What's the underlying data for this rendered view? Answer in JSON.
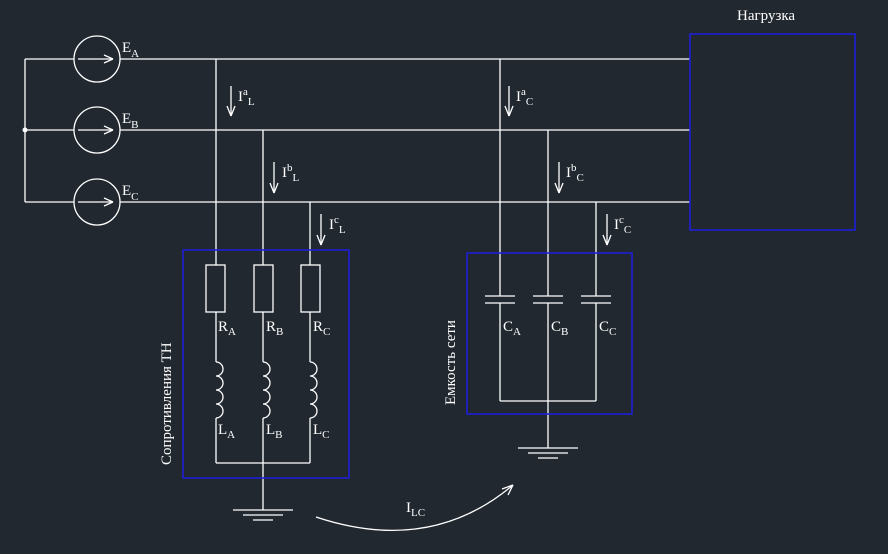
{
  "colors": {
    "background": "#212830",
    "lines": "#ffffff",
    "frames": "#1f1fd6"
  },
  "labels": {
    "load": "Нагрузка",
    "grounding_resistance": "Сопротивления ТН",
    "network_capacitance": "Емкость сети"
  },
  "sources": [
    {
      "main": "E",
      "sub": "A"
    },
    {
      "main": "E",
      "sub": "B"
    },
    {
      "main": "E",
      "sub": "C"
    }
  ],
  "inductive_currents": [
    {
      "main": "I",
      "sup": "a",
      "sub": "L"
    },
    {
      "main": "I",
      "sup": "b",
      "sub": "L"
    },
    {
      "main": "I",
      "sup": "c",
      "sub": "L"
    }
  ],
  "capacitive_currents": [
    {
      "main": "I",
      "sup": "a",
      "sub": "C"
    },
    {
      "main": "I",
      "sup": "b",
      "sub": "C"
    },
    {
      "main": "I",
      "sup": "c",
      "sub": "C"
    }
  ],
  "resistors": [
    {
      "main": "R",
      "sub": "A"
    },
    {
      "main": "R",
      "sub": "B"
    },
    {
      "main": "R",
      "sub": "C"
    }
  ],
  "inductors": [
    {
      "main": "L",
      "sub": "A"
    },
    {
      "main": "L",
      "sub": "B"
    },
    {
      "main": "L",
      "sub": "C"
    }
  ],
  "capacitors": [
    {
      "main": "C",
      "sub": "A"
    },
    {
      "main": "C",
      "sub": "B"
    },
    {
      "main": "C",
      "sub": "C"
    }
  ],
  "loop_current": {
    "main": "I",
    "sub": "LC"
  }
}
